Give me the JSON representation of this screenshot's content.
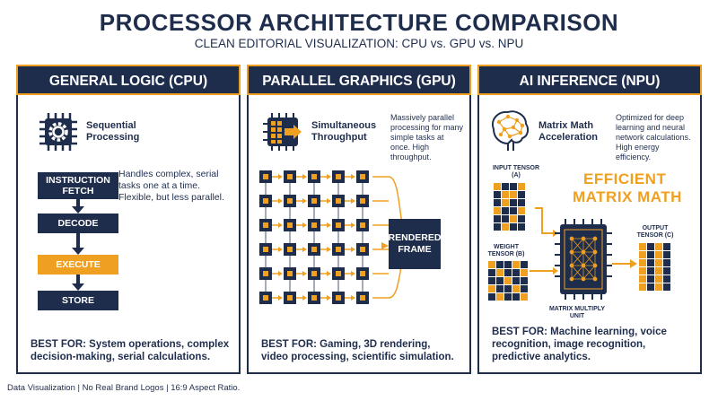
{
  "title": "PROCESSOR ARCHITECTURE COMPARISON",
  "subtitle": "CLEAN EDITORIAL VISUALIZATION: CPU vs. GPU vs. NPU",
  "footer": "Data Visualization | No Real Brand Logos | 16:9 Aspect Ratio.",
  "colors": {
    "navy": "#1f2d4d",
    "orange": "#f0a020"
  },
  "cpu": {
    "header": "GENERAL LOGIC (CPU)",
    "icon": "gear-chip-icon",
    "label_line1": "Sequential",
    "label_line2": "Processing",
    "desc": "Handles complex, serial tasks one at a time. Flexible, but less parallel.",
    "steps": [
      "INSTRUCTION FETCH",
      "DECODE",
      "EXECUTE",
      "STORE"
    ],
    "best_for": "BEST FOR: System operations, complex decision-making, serial calculations."
  },
  "gpu": {
    "header": "PARALLEL GRAPHICS (GPU)",
    "icon": "multi-core-chip-icon",
    "label_line1": "Simultaneous",
    "label_line2": "Throughput",
    "desc": "Massively parallel processing for many simple tasks at once. High throughput.",
    "output": "RENDERED FRAME",
    "best_for": "BEST FOR: Gaming, 3D rendering, video processing, scientific simulation."
  },
  "npu": {
    "header": "AI INFERENCE (NPU)",
    "icon": "neural-brain-icon",
    "label_line1": "Matrix Math",
    "label_line2": "Acceleration",
    "desc": "Optimized for deep learning and neural network calculations. High energy efficiency.",
    "headline_line1": "EFFICIENT",
    "headline_line2": "MATRIX MATH",
    "input_a": "INPUT TENSOR (A)",
    "weight_b": "WEIGHT TENSOR (B)",
    "output_c": "OUTPUT TENSOR (C)",
    "unit": "MATRIX MULTIPLY UNIT",
    "best_for": "BEST FOR: Machine learning, voice recognition, image recognition, predictive analytics."
  }
}
